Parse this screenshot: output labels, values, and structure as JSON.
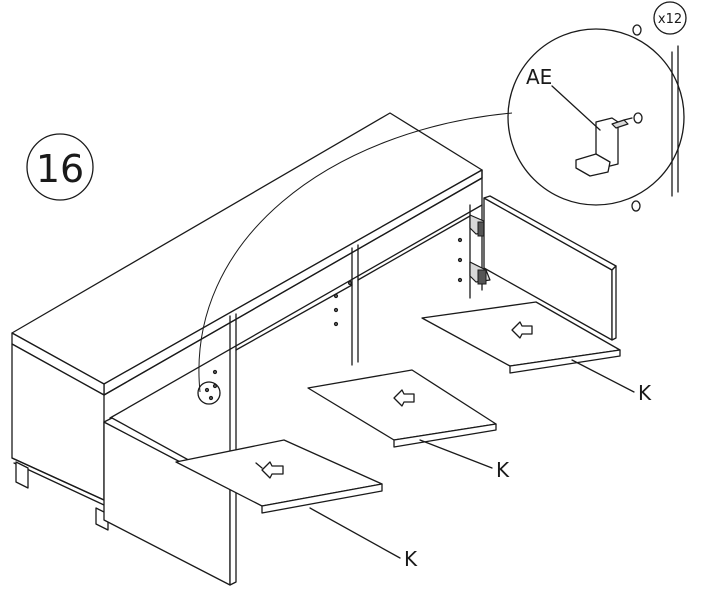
{
  "step": {
    "number": "16"
  },
  "callout": {
    "part_label": "AE",
    "quantity": "x12"
  },
  "shelves": [
    {
      "label": "K"
    },
    {
      "label": "K"
    },
    {
      "label": "K"
    }
  ]
}
